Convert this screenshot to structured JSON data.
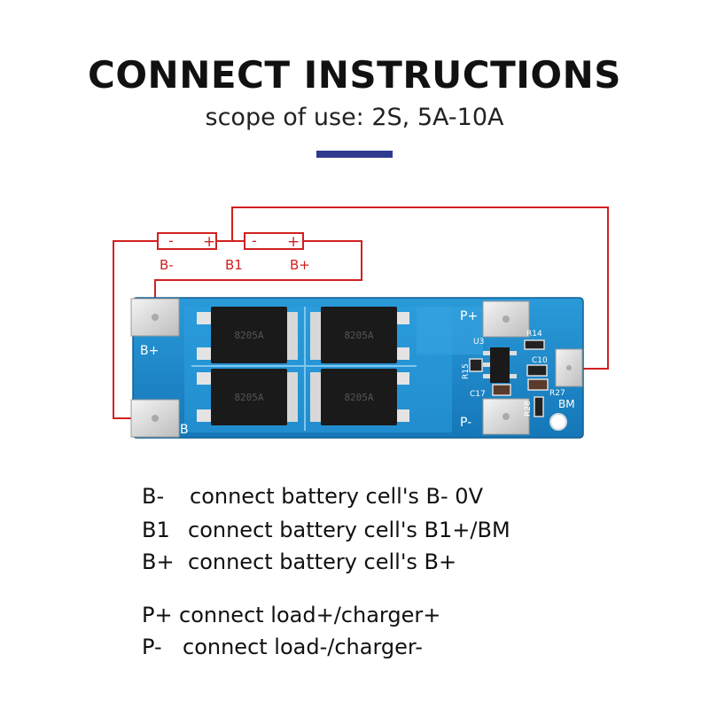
{
  "header": {
    "title": "CONNECT INSTRUCTIONS",
    "subtitle": "scope of use: 2S, 5A-10A"
  },
  "cells": {
    "cell1": {
      "minus": "-",
      "plus": "+"
    },
    "cell2": {
      "minus": "-",
      "plus": "+"
    },
    "labels": {
      "b_minus": "B-",
      "b1": "B1",
      "b_plus": "B+"
    }
  },
  "board": {
    "pad_b_plus": "B+",
    "pad_b_minus": "B",
    "pad_p_plus": "P+",
    "pad_p_minus": "P-",
    "pad_bm": "BM",
    "mosfet_text": "8205A",
    "components": {
      "u3": "U3",
      "r14": "R14",
      "r15": "R15",
      "c10": "C10",
      "c17": "C17",
      "r27": "R27",
      "r28": "R28"
    }
  },
  "legend": [
    {
      "code": "B-",
      "text": "connect battery cell's B- 0V"
    },
    {
      "code": "B1",
      "text": "connect battery cell's B1+/BM"
    },
    {
      "code": "B+",
      "text": "connect battery cell's B+"
    },
    {
      "code": "P+",
      "text": "connect load+/charger+"
    },
    {
      "code": "P-",
      "text": "connect load-/charger-"
    }
  ],
  "colors": {
    "wire": "#d22020",
    "board": "#1d86c9",
    "board_light": "#3aa6e2",
    "pad": "#e8e8e8",
    "mosfet": "#1a1a1a",
    "accent": "#2f3a8f"
  }
}
